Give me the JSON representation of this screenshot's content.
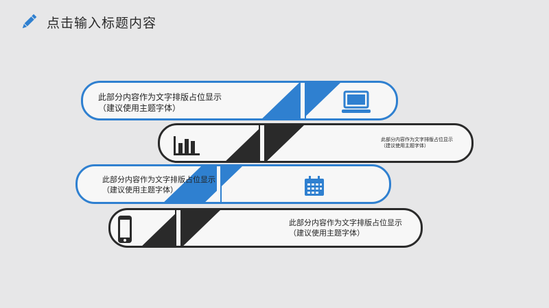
{
  "header": {
    "title": "点击输入标题内容",
    "icon": "pencil-icon"
  },
  "colors": {
    "blue": "#2f80d0",
    "dark": "#2a2a2a",
    "background": "#e7e7e8"
  },
  "rows": [
    {
      "icon": "laptop-icon",
      "text_line1": "此部分内容作为文字排版占位显示",
      "text_line2": "（建议使用主题字体）"
    },
    {
      "icon": "bar-chart-icon",
      "text_line1": "此部分内容作为文字排版占位显示",
      "text_line2": "（建议使用主题字体）"
    },
    {
      "icon": "calendar-icon",
      "text_line1": "此部分内容作为文字排版占位显示",
      "text_line2": "（建议使用主题字体）"
    },
    {
      "icon": "phone-icon",
      "text_line1": "此部分内容作为文字排版占位显示",
      "text_line2": "（建议使用主题字体）"
    }
  ]
}
